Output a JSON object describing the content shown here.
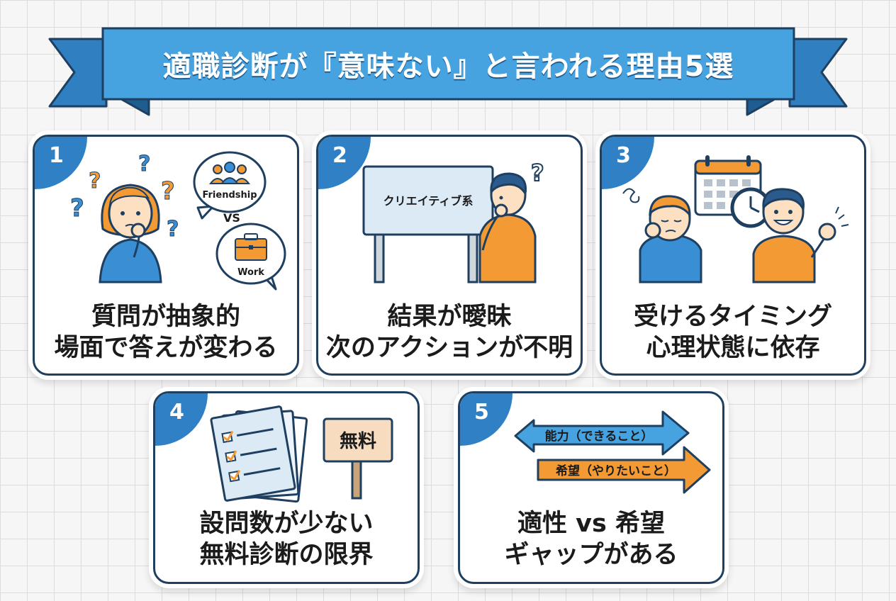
{
  "title": "適職診断が『意味ない』と言われる理由5選",
  "colors": {
    "accent_blue": "#2f80c4",
    "accent_orange": "#f39a35",
    "outline": "#1e3f5f"
  },
  "cards": [
    {
      "number": "1",
      "lines": [
        "質問が抽象的",
        "場面で答えが変わる"
      ],
      "bubble_top": "Friendship",
      "vs": "VS",
      "bubble_bottom": "Work",
      "icons": [
        "question-mark-icon",
        "people-icon",
        "briefcase-icon"
      ]
    },
    {
      "number": "2",
      "lines": [
        "結果が曖昧",
        "次のアクションが不明"
      ],
      "board": "クリエイティブ系",
      "icons": [
        "question-mark-icon"
      ]
    },
    {
      "number": "3",
      "lines": [
        "受けるタイミング",
        "心理状態に依存"
      ],
      "icons": [
        "calendar-icon",
        "clock-icon"
      ]
    },
    {
      "number": "4",
      "lines": [
        "設問数が少ない",
        "無料診断の限界"
      ],
      "sign": "無料",
      "icons": [
        "checklist-icon"
      ]
    },
    {
      "number": "5",
      "lines": [
        "適性 vs 希望",
        "ギャップがある"
      ],
      "arrow_top": "能力（できること）",
      "arrow_bottom": "希望（やりたいこと）"
    }
  ]
}
